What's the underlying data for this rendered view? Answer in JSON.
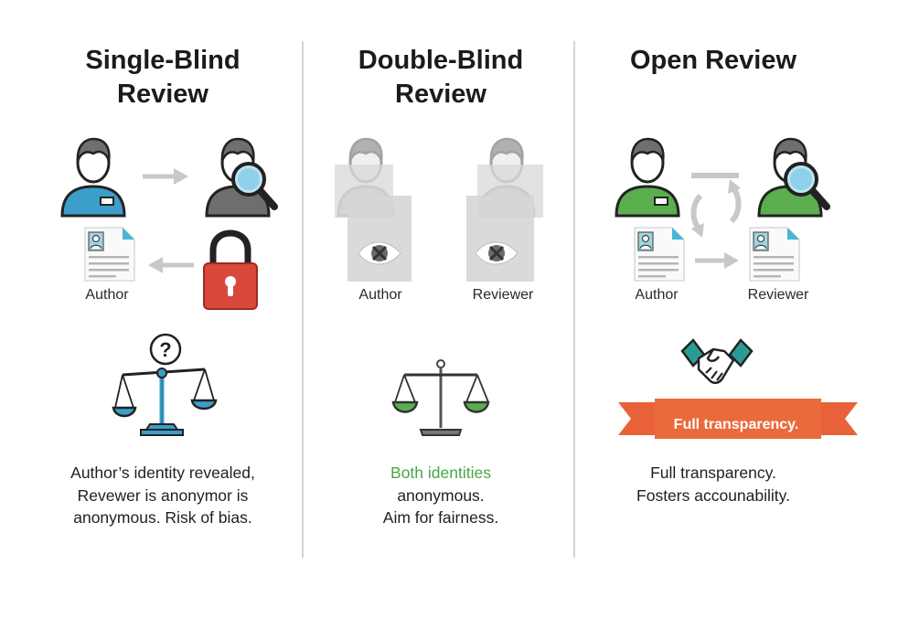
{
  "columns": [
    {
      "id": "single",
      "title_lines": [
        "Single-Blind",
        "Review"
      ],
      "labels": {
        "author": "Author"
      },
      "description": [
        "Author’s identity revealed,",
        "Revewer is anonymor is",
        "anonymous. Risk of bias."
      ]
    },
    {
      "id": "double",
      "title_lines": [
        "Double-Blind",
        "Review"
      ],
      "labels": {
        "author": "Author",
        "reviewer": "Reviewer"
      },
      "description": [
        "Both identities",
        "anonymous.",
        "Aim for fairness."
      ]
    },
    {
      "id": "open",
      "title_lines": [
        "Open Review"
      ],
      "labels": {
        "author": "Author",
        "reviewer": "Reviewer"
      },
      "banner": "Full transparency.",
      "description": [
        "Full transparency.",
        "Fosters accounability."
      ]
    }
  ],
  "colors": {
    "single_accent": "#3b9fc9",
    "reviewer_gray": "#6e6e6e",
    "lock_red": "#d9483b",
    "open_green": "#5aae4e",
    "open_teal": "#2b9b96",
    "banner_orange": "#e9623a",
    "arrow_gray": "#c8c8c8",
    "fairness_green": "#4aa64a"
  },
  "icons": {
    "single": [
      "author-person-icon",
      "reviewer-magnifier-icon",
      "document-icon",
      "padlock-icon",
      "question-icon",
      "balance-scale-icon"
    ],
    "double": [
      "author-masked-icon",
      "reviewer-masked-icon",
      "hidden-eye-icon",
      "balance-scale-icon"
    ],
    "open": [
      "author-person-icon",
      "reviewer-magnifier-icon",
      "document-icon",
      "exchange-arrows-icon",
      "handshake-icon",
      "banner-ribbon"
    ]
  }
}
